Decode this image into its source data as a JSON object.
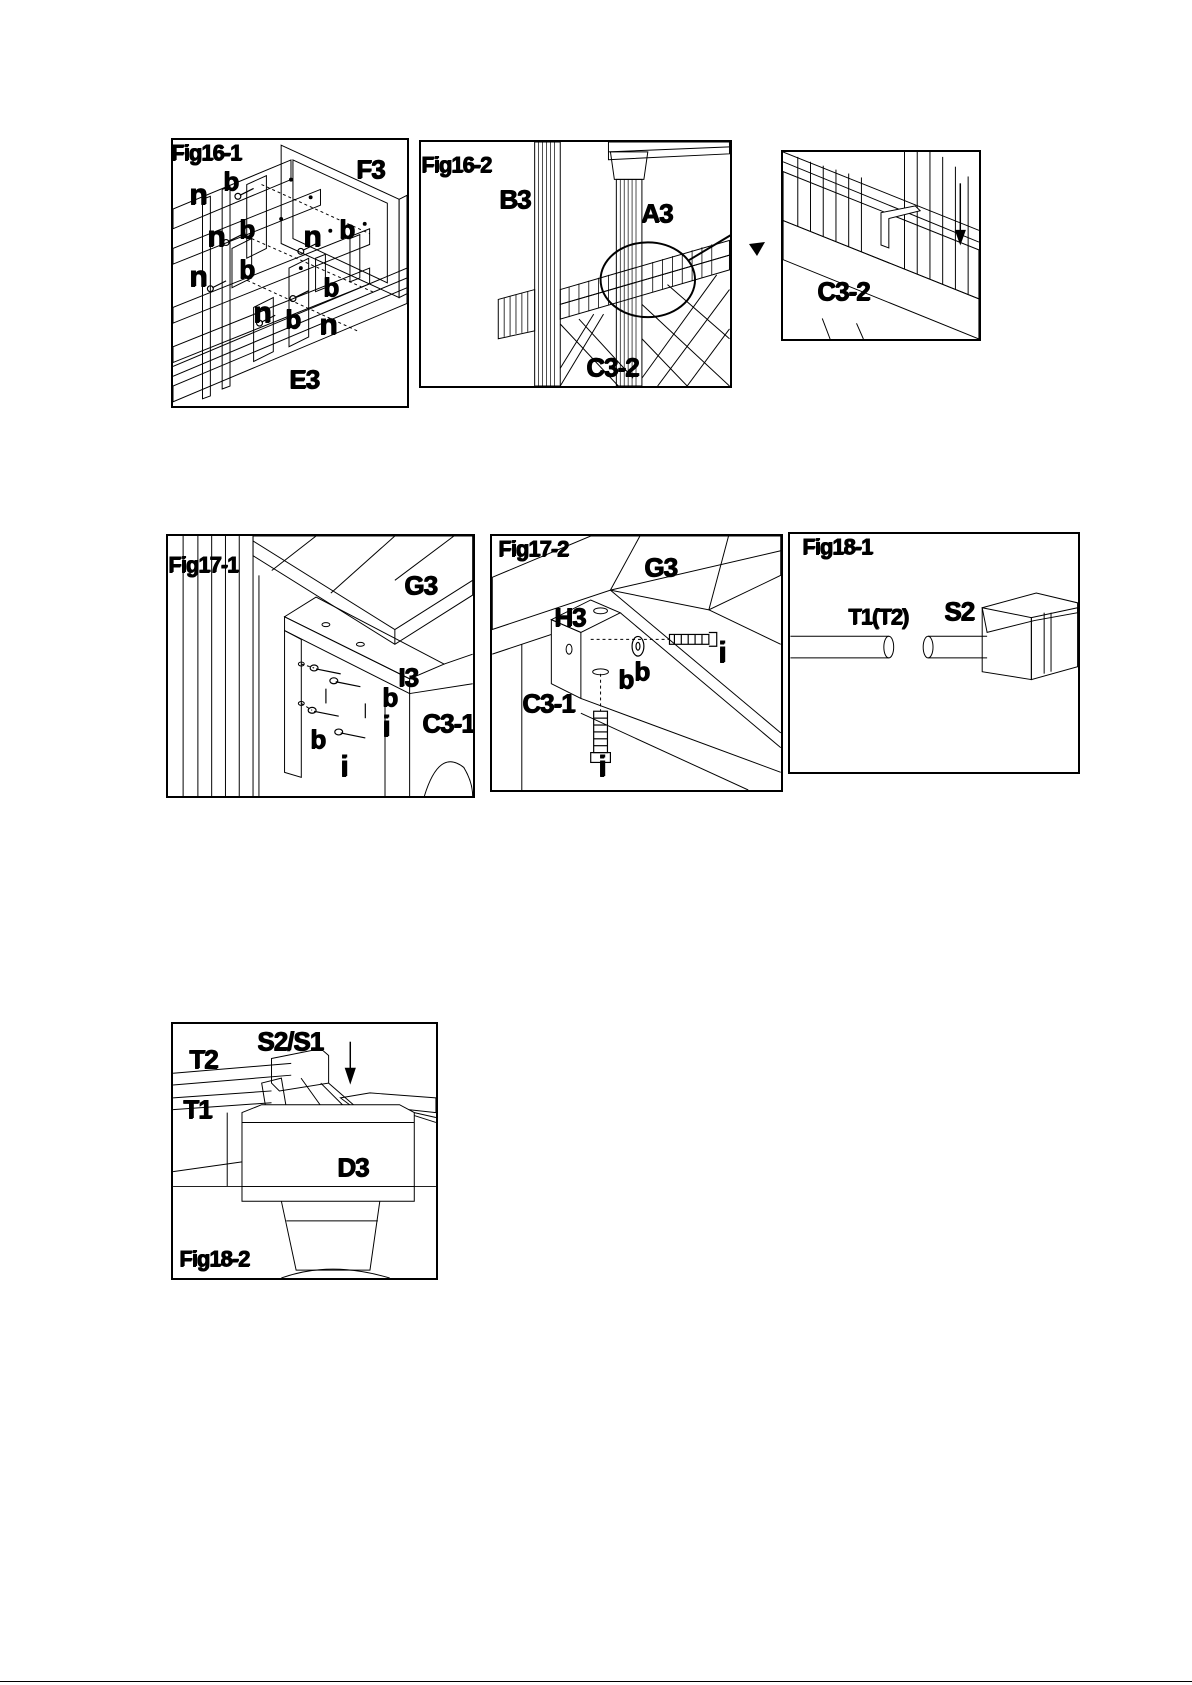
{
  "fig16_1": {
    "title": "Fig16-1",
    "parts": [
      "F3",
      "E3"
    ],
    "hardware": [
      "n",
      "b",
      "n",
      "b",
      "n",
      "b",
      "n",
      "b",
      "n",
      "b",
      "b",
      "n"
    ]
  },
  "fig16_2": {
    "title": "Fig16-2",
    "parts": [
      "B3",
      "A3",
      "C3-2"
    ]
  },
  "fig16_2_detail": {
    "parts": [
      "C3-2"
    ]
  },
  "fig17_1": {
    "title": "Fig17-1",
    "parts": [
      "G3",
      "I3",
      "C3-1"
    ],
    "hardware": [
      "b",
      "i",
      "b",
      "i"
    ]
  },
  "fig17_2": {
    "title": "Fig17-2",
    "parts": [
      "G3",
      "H3",
      "C3-1"
    ],
    "hardware": [
      "b",
      "b",
      "i",
      "i"
    ]
  },
  "fig18_1": {
    "title": "Fig18-1",
    "parts": [
      "T1(T2)",
      "S2"
    ]
  },
  "fig18_2": {
    "title": "Fig18-2",
    "parts": [
      "T2",
      "S2/S1",
      "T1",
      "D3"
    ]
  },
  "colors": {
    "ink": "#000000",
    "paper": "#ffffff",
    "shade": "#dcdcdc"
  }
}
